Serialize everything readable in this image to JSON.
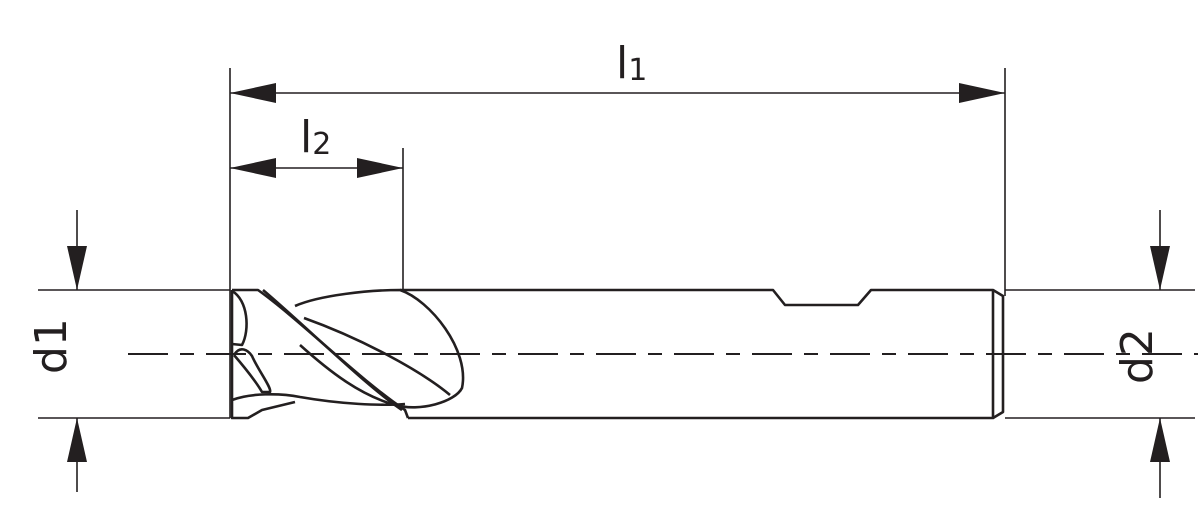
{
  "labels": {
    "l1": {
      "main": "l",
      "sub": "1"
    },
    "l2": {
      "main": "l",
      "sub": "2"
    },
    "d1": "d1",
    "d2": "d2"
  },
  "colors": {
    "line": "#231f20",
    "background": "#ffffff"
  }
}
